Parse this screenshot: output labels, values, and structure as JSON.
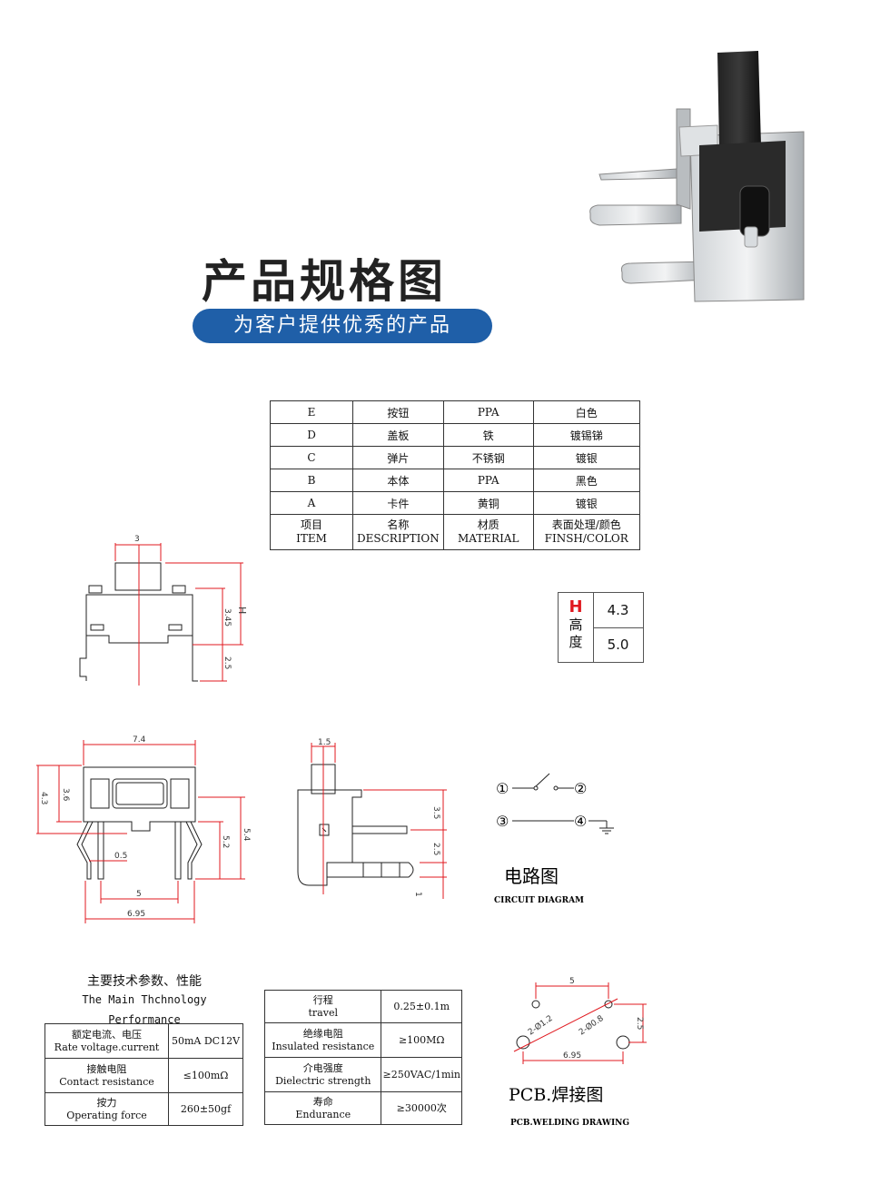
{
  "header": {
    "title": "产品规格图",
    "subtitle": "为客户提供优秀的产品"
  },
  "bom_table": {
    "rows": [
      [
        "E",
        "按钮",
        "PPA",
        "白色"
      ],
      [
        "D",
        "盖板",
        "铁",
        "镀锡锑"
      ],
      [
        "C",
        "弹片",
        "不锈钢",
        "镀银"
      ],
      [
        "B",
        "本体",
        "PPA",
        "黑色"
      ],
      [
        "A",
        "卡件",
        "黄铜",
        "镀银"
      ]
    ],
    "header_cn": [
      "项目",
      "名称",
      "材质",
      "表面处理/颜色"
    ],
    "header_en": [
      "ITEM",
      "DESCRIPTION",
      "MATERIAL",
      "FINSH/COLOR"
    ]
  },
  "height_table": {
    "letter": "H",
    "label": "高度",
    "values": [
      "4.3",
      "5.0"
    ],
    "accent_color": "#e0191f"
  },
  "drawing_front": {
    "dims": [
      "3",
      "H",
      "3.45",
      "2.5"
    ]
  },
  "drawing_main": {
    "dims": [
      "7.4",
      "3.6",
      "4.3",
      "0.5",
      "5.2",
      "5.4",
      "5",
      "6.95"
    ]
  },
  "drawing_side": {
    "dims": [
      "1.5",
      "3.5",
      "2.5",
      "1"
    ]
  },
  "circuit": {
    "nodes": [
      "①",
      "②",
      "③",
      "④"
    ],
    "title_cn": "电路图",
    "title_en": "CIRCUIT DIAGRAM"
  },
  "specs": {
    "title_cn": "主要技术参数、性能",
    "title_en": "The Main Thchnology Performance",
    "left": [
      {
        "cn": "额定电流、电压",
        "en": "Rate voltage.current",
        "value": "50mA DC12V"
      },
      {
        "cn": "接触电阻",
        "en": "Contact resistance",
        "value": "≤100mΩ"
      },
      {
        "cn": "按力",
        "en": "Operating force",
        "value": "260±50gf"
      }
    ],
    "right": [
      {
        "cn": "行程",
        "en": "travel",
        "value": "0.25±0.1m"
      },
      {
        "cn": "绝缘电阻",
        "en": "Insulated resistance",
        "value": "≥100MΩ"
      },
      {
        "cn": "介电强度",
        "en": "Dielectric strength",
        "value": "≥250VAC/1min"
      },
      {
        "cn": "寿命",
        "en": "Endurance",
        "value": "≥30000次"
      }
    ]
  },
  "pcb": {
    "dims": [
      "5",
      "2-Ø1.2",
      "2-Ø0.8",
      "2.5",
      "6.95"
    ],
    "title_cn": "PCB.焊接图",
    "title_en": "PCB.WELDING DRAWING"
  },
  "colors": {
    "brand_blue": "#1f5fa8",
    "dimension_red": "#e0191f"
  }
}
